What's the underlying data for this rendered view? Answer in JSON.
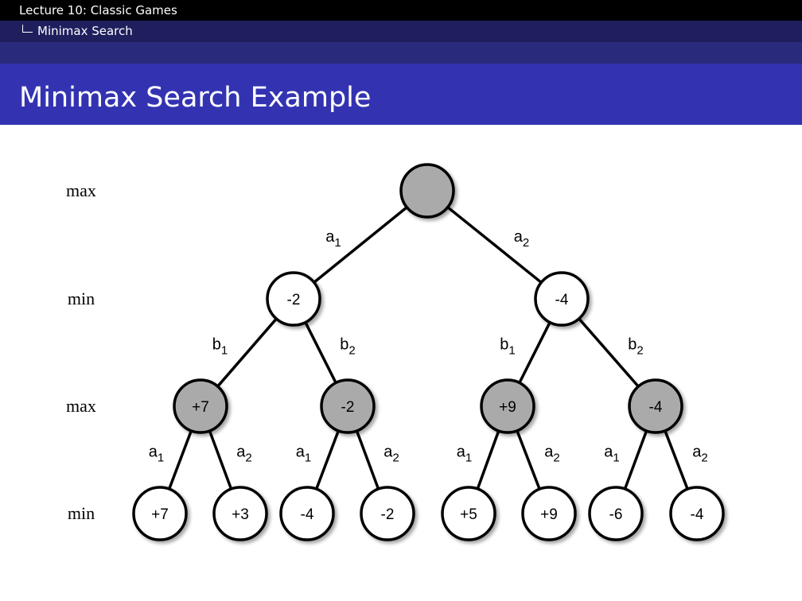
{
  "header": {
    "section": "Lecture 10: Classic Games",
    "subsection": "Minimax Search",
    "title": "Minimax Search Example"
  },
  "colors": {
    "header_black": "#000000",
    "header_navy": "#1f1f5e",
    "header_mid": "#2a2a7d",
    "title_blue": "#3333b2",
    "max_node_fill": "#aaaaaa",
    "min_node_fill": "#ffffff"
  },
  "tree": {
    "levels": [
      "max",
      "min",
      "max",
      "min"
    ],
    "nodes": [
      {
        "id": "root",
        "level": 0,
        "order": 0,
        "kind": "max",
        "value": ""
      },
      {
        "id": "n1",
        "level": 1,
        "order": 0,
        "kind": "min",
        "value": "-2"
      },
      {
        "id": "n2",
        "level": 1,
        "order": 1,
        "kind": "min",
        "value": "-4"
      },
      {
        "id": "n11",
        "level": 2,
        "order": 0,
        "kind": "max",
        "value": "+7"
      },
      {
        "id": "n12",
        "level": 2,
        "order": 1,
        "kind": "max",
        "value": "-2"
      },
      {
        "id": "n21",
        "level": 2,
        "order": 2,
        "kind": "max",
        "value": "+9"
      },
      {
        "id": "n22",
        "level": 2,
        "order": 3,
        "kind": "max",
        "value": "-4"
      },
      {
        "id": "l1",
        "level": 3,
        "order": 0,
        "kind": "min",
        "value": "+7"
      },
      {
        "id": "l2",
        "level": 3,
        "order": 1,
        "kind": "min",
        "value": "+3"
      },
      {
        "id": "l3",
        "level": 3,
        "order": 2,
        "kind": "min",
        "value": "-4"
      },
      {
        "id": "l4",
        "level": 3,
        "order": 3,
        "kind": "min",
        "value": "-2"
      },
      {
        "id": "l5",
        "level": 3,
        "order": 4,
        "kind": "min",
        "value": "+5"
      },
      {
        "id": "l6",
        "level": 3,
        "order": 5,
        "kind": "min",
        "value": "+9"
      },
      {
        "id": "l7",
        "level": 3,
        "order": 6,
        "kind": "min",
        "value": "-6"
      },
      {
        "id": "l8",
        "level": 3,
        "order": 7,
        "kind": "min",
        "value": "-4"
      }
    ],
    "edges": [
      {
        "from": "root",
        "to": "n1",
        "action": "a",
        "sub": "1"
      },
      {
        "from": "root",
        "to": "n2",
        "action": "a",
        "sub": "2"
      },
      {
        "from": "n1",
        "to": "n11",
        "action": "b",
        "sub": "1"
      },
      {
        "from": "n1",
        "to": "n12",
        "action": "b",
        "sub": "2"
      },
      {
        "from": "n2",
        "to": "n21",
        "action": "b",
        "sub": "1"
      },
      {
        "from": "n2",
        "to": "n22",
        "action": "b",
        "sub": "2"
      },
      {
        "from": "n11",
        "to": "l1",
        "action": "a",
        "sub": "1"
      },
      {
        "from": "n11",
        "to": "l2",
        "action": "a",
        "sub": "2"
      },
      {
        "from": "n12",
        "to": "l3",
        "action": "a",
        "sub": "1"
      },
      {
        "from": "n12",
        "to": "l4",
        "action": "a",
        "sub": "2"
      },
      {
        "from": "n21",
        "to": "l5",
        "action": "a",
        "sub": "1"
      },
      {
        "from": "n21",
        "to": "l6",
        "action": "a",
        "sub": "2"
      },
      {
        "from": "n22",
        "to": "l7",
        "action": "a",
        "sub": "1"
      },
      {
        "from": "n22",
        "to": "l8",
        "action": "a",
        "sub": "2"
      }
    ]
  }
}
